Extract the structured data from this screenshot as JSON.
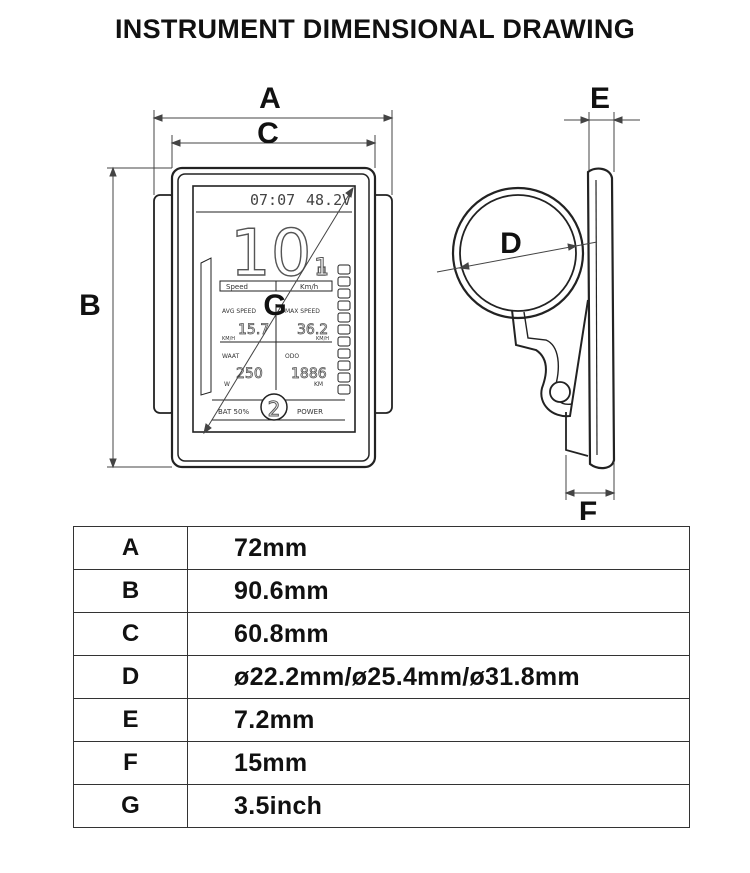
{
  "title": "INSTRUMENT DIMENSIONAL DRAWING",
  "labels": {
    "A": "A",
    "B": "B",
    "C": "C",
    "D": "D",
    "E": "E",
    "F": "F",
    "G": "G"
  },
  "screen": {
    "time": "07:07",
    "voltage": "48.2V",
    "speed_big": "10.",
    "speed_small": "1",
    "speed_label": "Speed",
    "speed_unit": "Km/h",
    "avg_label": "AVG SPEED",
    "max_label": "MAX SPEED",
    "avg_value": "15.7",
    "max_value": "36.2",
    "avg_unit": "KM/H",
    "max_unit": "KM/H",
    "watt_label": "WAAT",
    "odo_label": "ODO",
    "watt_value": "250",
    "odo_value": "1886",
    "watt_unit": "W",
    "odo_unit": "KM",
    "bat_label": "BAT 50%",
    "level": "2",
    "power_label": "POWER"
  },
  "specs": [
    {
      "key": "A",
      "value": "72mm"
    },
    {
      "key": "B",
      "value": "90.6mm"
    },
    {
      "key": "C",
      "value": "60.8mm"
    },
    {
      "key": "D",
      "value": "ø22.2mm/ø25.4mm/ø31.8mm"
    },
    {
      "key": "E",
      "value": "7.2mm"
    },
    {
      "key": "F",
      "value": "15mm"
    },
    {
      "key": "G",
      "value": "3.5inch"
    }
  ]
}
